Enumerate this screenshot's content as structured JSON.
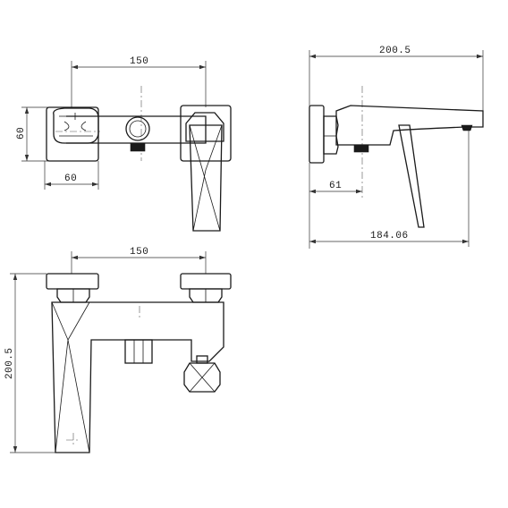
{
  "views": {
    "front": {
      "dim_width": "150",
      "dim_height": "60",
      "dim_flange": "60"
    },
    "side": {
      "dim_total_length": "200.5",
      "dim_offset": "61",
      "dim_body_length": "184.06"
    },
    "top": {
      "dim_width": "150",
      "dim_height": "200.5"
    }
  }
}
